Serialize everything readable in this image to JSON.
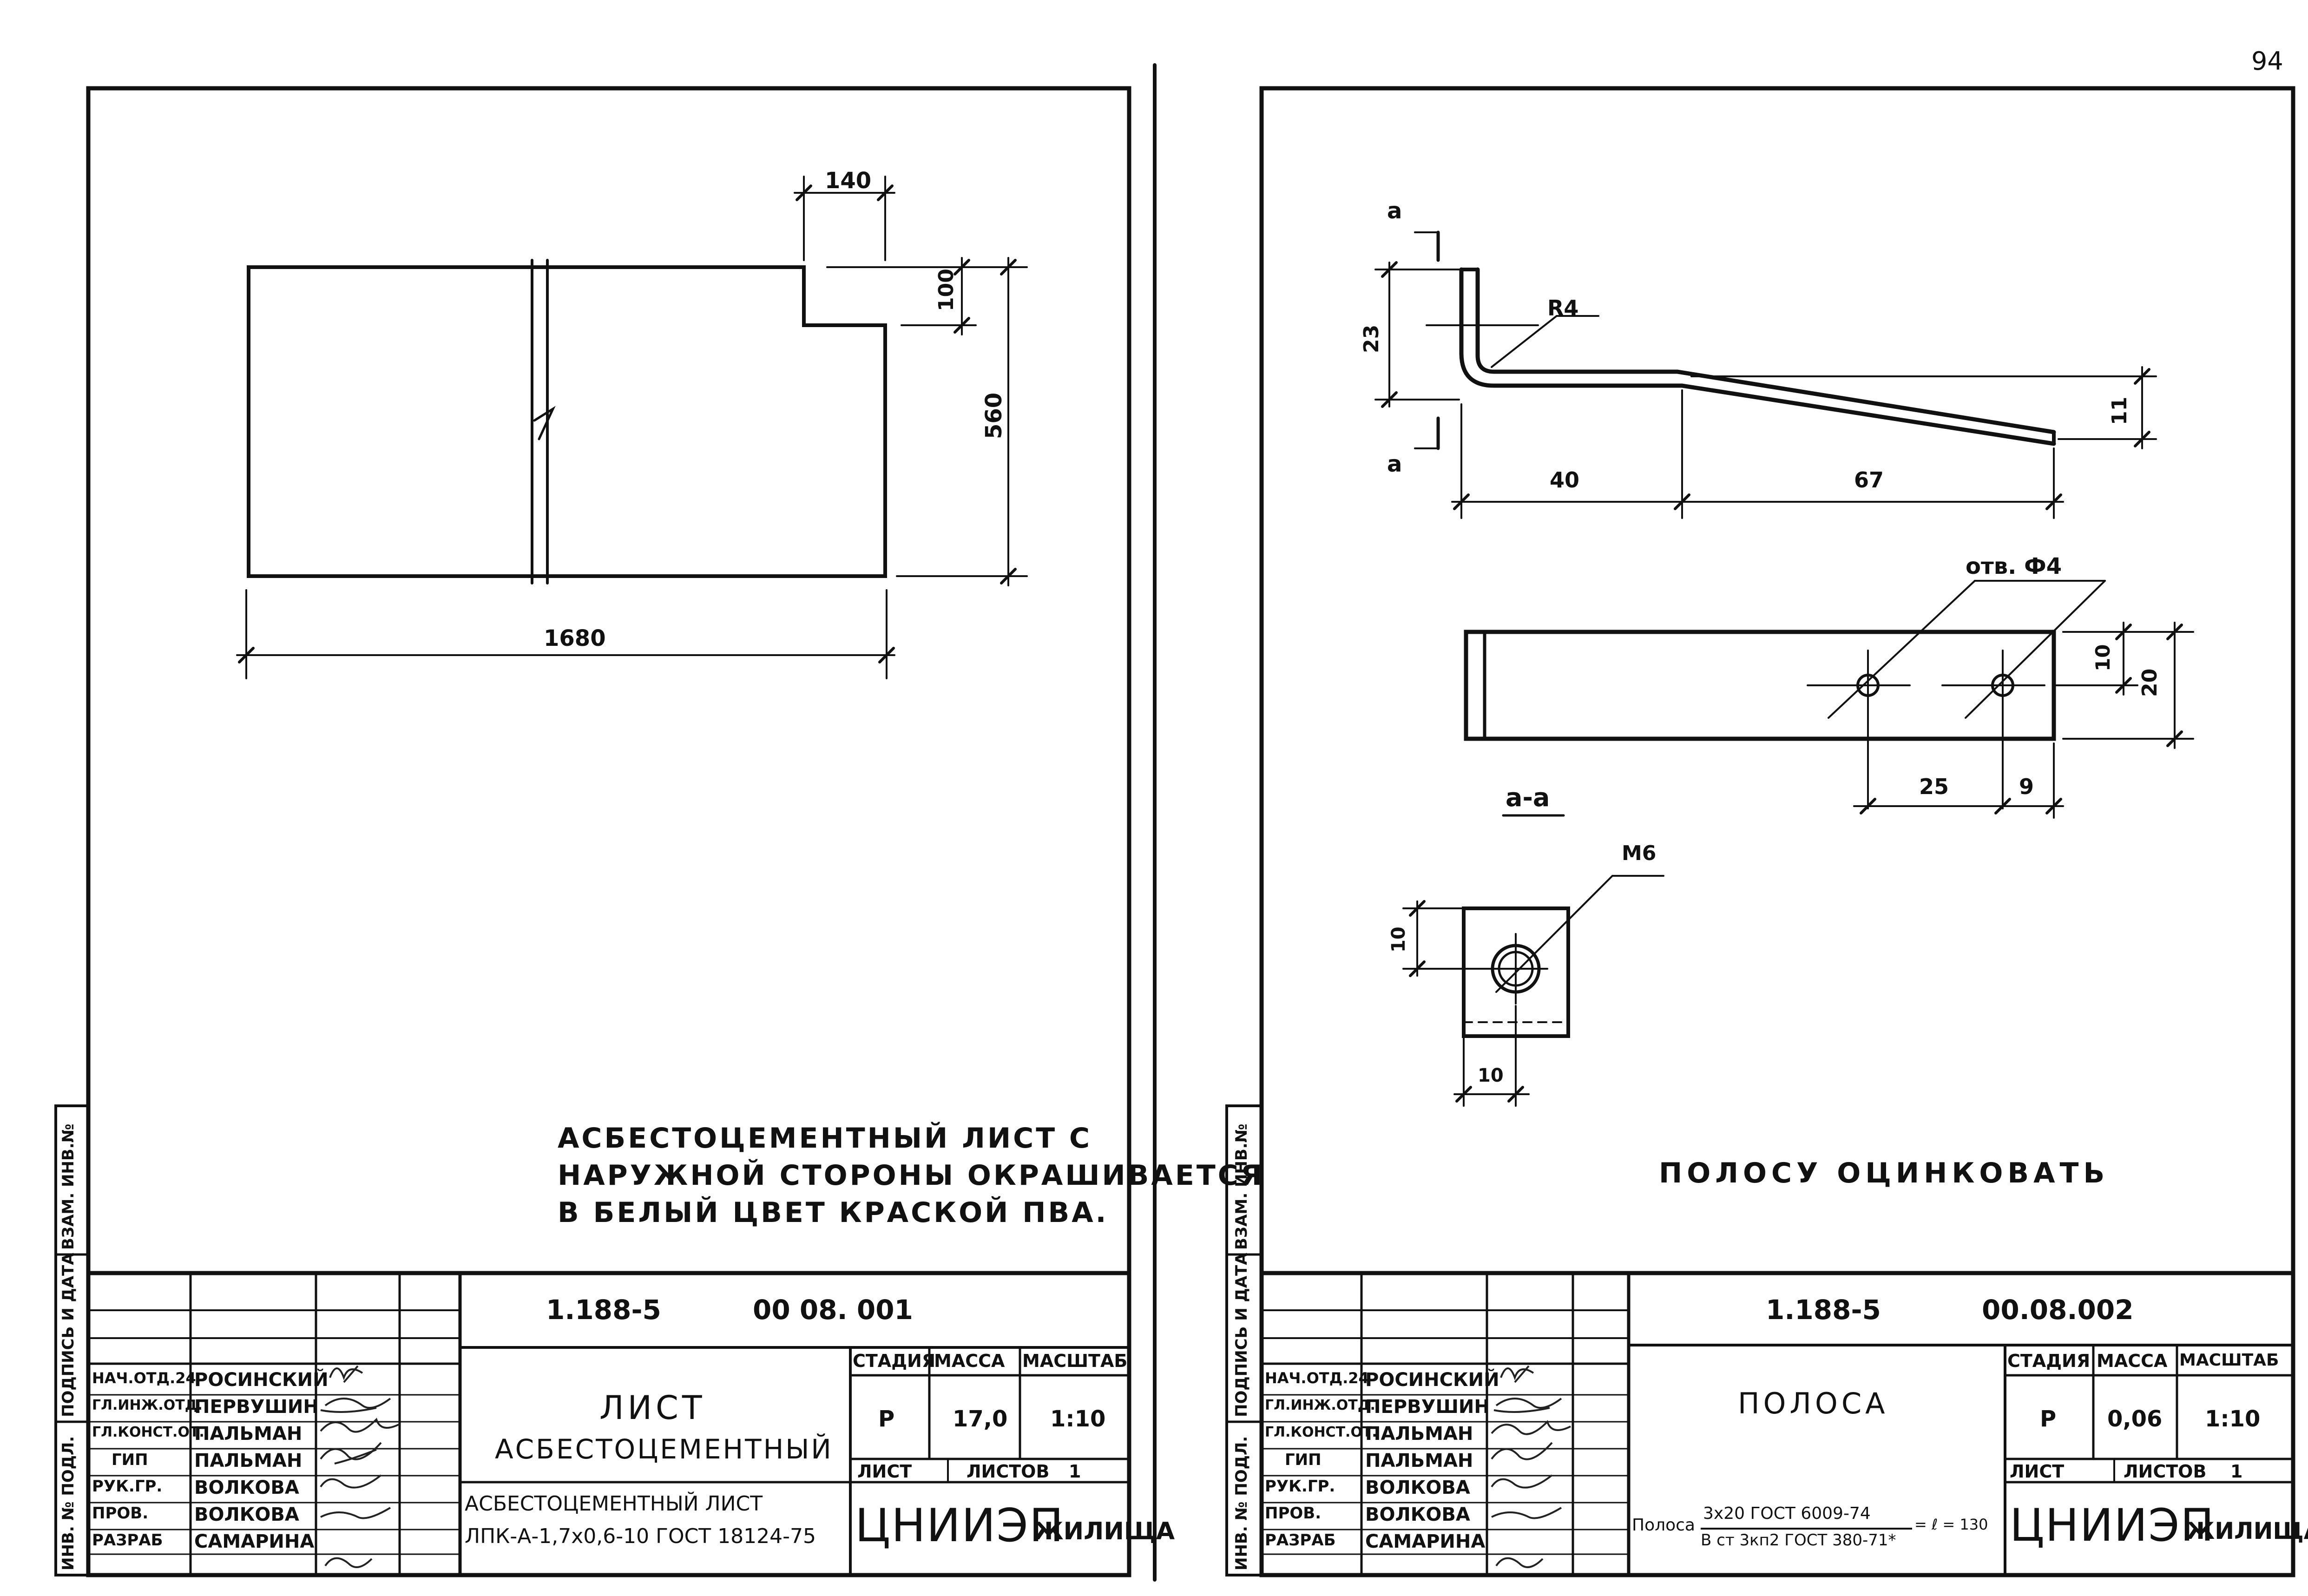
{
  "page_number": "94",
  "sheets": [
    {
      "side_labels": [
        "ИНВ. № ПОДЛ.",
        "ПОДПИСЬ И ДАТА",
        "ВЗАМ. ИНВ.№"
      ],
      "dimensions": {
        "width_total": "1680",
        "notch_width": "140",
        "notch_depth": "100",
        "height": "560"
      },
      "note_lines": [
        "АСБЕСТОЦЕМЕНТНЫЙ   ЛИСТ   С",
        "НАРУЖНОЙ   СТОРОНЫ   ОКРАШИВАЕТСЯ",
        "В БЕЛЫЙ  ЦВЕТ  КРАСКОЙ ПВА."
      ],
      "title_block": {
        "doc_series": "1.188-5",
        "doc_code": "00 08. 001",
        "title_line1": "ЛИСТ",
        "title_line2": "АСБЕСТОЦЕМЕНТНЫЙ",
        "material_line1": "АСБЕСТОЦЕМЕНТНЫЙ  ЛИСТ",
        "material_line2": "ЛПК-А-1,7х0,6-10  ГОСТ 18124-75",
        "headers": {
          "stage": "СТАДИЯ",
          "mass": "МАССА",
          "scale": "МАСШТАБ",
          "sheet": "ЛИСТ",
          "sheets": "ЛИСТОВ"
        },
        "stage": "Р",
        "mass": "17,0",
        "scale": "1:10",
        "sheets_count": "1",
        "organization": "ЦНИИЭП",
        "organization_suffix": "ЖИЛИЩА",
        "people": [
          {
            "role": "НАЧ.ОТД.24",
            "name": "РОСИНСКИЙ"
          },
          {
            "role": "ГЛ.ИНЖ.ОТД.",
            "name": "ПЕРВУШИН"
          },
          {
            "role": "ГЛ.КОНСТ.ОТ.",
            "name": "ПАЛЬМАН"
          },
          {
            "role": "ГИП",
            "name": "ПАЛЬМАН"
          },
          {
            "role": "РУК.ГР.",
            "name": "ВОЛКОВА"
          },
          {
            "role": "ПРОВ.",
            "name": "ВОЛКОВА"
          },
          {
            "role": "РАЗРАБ",
            "name": "САМАРИНА"
          }
        ]
      }
    },
    {
      "side_labels": [
        "ИНВ. № ПОДЛ.",
        "ПОДПИСЬ И ДАТА",
        "ВЗАМ. ИНВ.№"
      ],
      "dimensions": {
        "a_mark": "а",
        "height": "23",
        "radius": "R4",
        "offset": "11",
        "len1": "40",
        "len2": "67",
        "hole_label": "отв. Ф4",
        "width": "20",
        "half_width": "10",
        "hole_spacing": "25",
        "edge_distance": "9",
        "section_label": "а-а",
        "thread": "М6",
        "section_size_v": "10",
        "section_size_h": "10"
      },
      "note_lines": [
        "ПОЛОСУ   ОЦИНКОВАТЬ"
      ],
      "title_block": {
        "doc_series": "1.188-5",
        "doc_code": "00.08.002",
        "title_line1": "ПОЛОСА",
        "material_prefix": "Полоса",
        "material_numerator": "3х20  ГОСТ 6009-74",
        "material_denominator": "В ст 3кп2 ГОСТ 380-71*",
        "material_suffix": "= ℓ = 130",
        "headers": {
          "stage": "СТАДИЯ",
          "mass": "МАССА",
          "scale": "МАСШТАБ",
          "sheet": "ЛИСТ",
          "sheets": "ЛИСТОВ"
        },
        "stage": "Р",
        "mass": "0,06",
        "scale": "1:10",
        "sheets_count": "1",
        "organization": "ЦНИИЭП",
        "organization_suffix": "ЖИЛИЩА",
        "people": [
          {
            "role": "НАЧ.ОТД.24",
            "name": "РОСИНСКИЙ"
          },
          {
            "role": "ГЛ.ИНЖ.ОТД.",
            "name": "ПЕРВУШИН"
          },
          {
            "role": "ГЛ.КОНСТ.ОТ.",
            "name": "ПАЛЬМАН"
          },
          {
            "role": "ГИП",
            "name": "ПАЛЬМАН"
          },
          {
            "role": "РУК.ГР.",
            "name": "ВОЛКОВА"
          },
          {
            "role": "ПРОВ.",
            "name": "ВОЛКОВА"
          },
          {
            "role": "РАЗРАБ",
            "name": "САМАРИНА"
          }
        ]
      }
    }
  ]
}
